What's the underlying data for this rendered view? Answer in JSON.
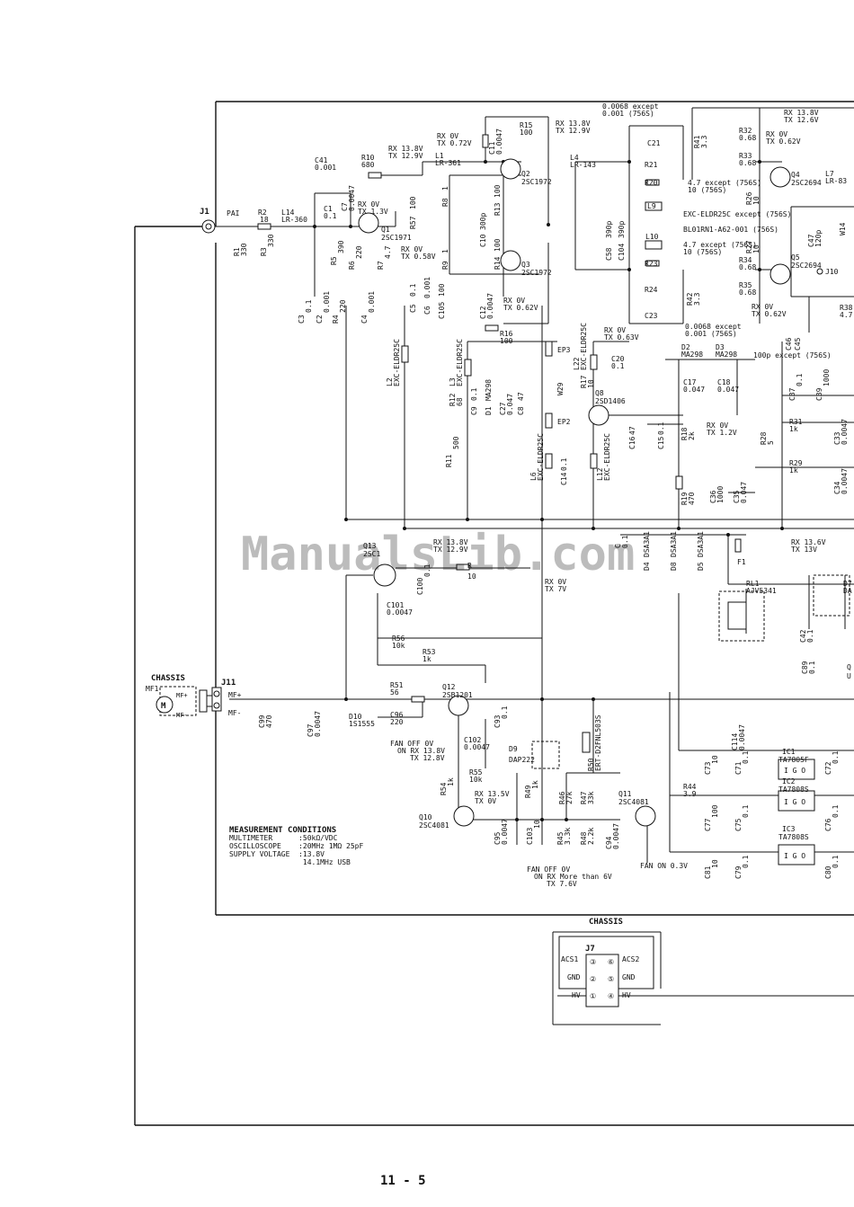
{
  "page_number": "11 - 5",
  "watermark": "ManualsLib.com",
  "measurement": {
    "title": "MEASUREMENT CONDITIONS",
    "lines": [
      "MULTIMETER      :50kΩ/VDC",
      "OSCILLOSCOPE    :20MHz 1MΩ 25pF",
      "SUPPLY VOLTAGE  :13.8V",
      "                 14.1MHz USB"
    ]
  },
  "connectors": {
    "j1": "J1",
    "j1_sub": "PAI",
    "j11": "J11",
    "mf_plus": "MF+",
    "mf_minus": "MF-",
    "chassis_fan": "CHASSIS",
    "mf1": "MF1",
    "motor": "M",
    "fan_mf_plus": "MF+",
    "fan_mf_minus": "MF-",
    "j10": "J10",
    "j7_chassis": "CHASSIS",
    "j7": "J7",
    "acs1": "ACS1",
    "acs2": "ACS2",
    "gnd_l": "GND",
    "gnd_r": "GND",
    "hv_l": "HV",
    "hv_r": "HV",
    "pins": [
      "③",
      "⑥",
      "②",
      "⑤",
      "①",
      "④"
    ]
  },
  "transistors": [
    {
      "ref": "Q1",
      "part": "2SC1971"
    },
    {
      "ref": "Q2",
      "part": "2SC1972"
    },
    {
      "ref": "Q3",
      "part": "2SC1972"
    },
    {
      "ref": "Q4",
      "part": "2SC2694"
    },
    {
      "ref": "Q5",
      "part": "2SC2694"
    },
    {
      "ref": "Q8",
      "part": "2SD1406"
    },
    {
      "ref": "Q10",
      "part": "2SC4081"
    },
    {
      "ref": "Q11",
      "part": "2SC4081"
    },
    {
      "ref": "Q12",
      "part": "2SB1201"
    },
    {
      "ref": "Q13",
      "part": "2SC1"
    }
  ],
  "ics": [
    {
      "ref": "IC1",
      "part": "TA7805F"
    },
    {
      "ref": "IC2",
      "part": "TA7808S"
    },
    {
      "ref": "IC3",
      "part": "TA7808S"
    }
  ],
  "ic_pins": "I G O",
  "voltages": {
    "q1": [
      "RX 13.8V",
      "TX 12.9V"
    ],
    "q1b": [
      "RX 0V",
      "TX 1.3V"
    ],
    "q1e": [
      "RX 0V",
      "TX 0.58V"
    ],
    "q2c": [
      "RX 13.8V",
      "TX 12.9V"
    ],
    "q2b": [
      "RX 0V",
      "TX 0.72V"
    ],
    "q3b": [
      "RX 0V",
      "TX 0.62V"
    ],
    "q4b": [
      "RX 0V",
      "TX 0.62V"
    ],
    "q4c": [
      "RX 13.8V",
      "TX 12.6V"
    ],
    "q5b": [
      "RX 0V",
      "TX 0.62V"
    ],
    "q8c": [
      "RX 0V",
      "TX 0.63V"
    ],
    "q8e": [
      "RX 0V",
      "TX 1.2V"
    ],
    "f1": [
      "RX 13.6V",
      "TX 13V"
    ],
    "q13": [
      "RX 13.8V",
      "TX 12.9V"
    ],
    "q13e": [
      "RX 0V",
      "TX 7V"
    ],
    "q12": [
      "FAN OFF 0V",
      "ON RX 13.8V",
      "TX 12.8V"
    ],
    "q10": [
      "RX 13.5V",
      "TX 0V"
    ],
    "q11": [
      "FAN OFF 0V",
      "ON RX More than 6V",
      "TX 7.6V"
    ],
    "fan_on": "FAN ON 0.3V"
  },
  "components": {
    "r1": [
      "R1",
      "330"
    ],
    "r2": [
      "R2",
      "18"
    ],
    "r3": [
      "R3",
      "330"
    ],
    "l14": [
      "L14",
      "LR-360"
    ],
    "c41": [
      "C41",
      "0.001"
    ],
    "c1": [
      "C1",
      "0.1"
    ],
    "c7": [
      "C7",
      "0.0047"
    ],
    "r10": [
      "R10",
      "680"
    ],
    "r5": [
      "R5",
      "390"
    ],
    "r6": [
      "R6",
      "220"
    ],
    "r7": [
      "R7",
      "4.7"
    ],
    "c3": [
      "C3",
      "0.1"
    ],
    "c2": [
      "C2",
      "0.001"
    ],
    "r4": [
      "R4",
      "220"
    ],
    "c4": [
      "C4",
      "0.001"
    ],
    "r57": [
      "R57",
      "100"
    ],
    "l1": [
      "L1",
      "LR-361"
    ],
    "r8": [
      "R8",
      "1"
    ],
    "r9": [
      "R9",
      "1"
    ],
    "c5": [
      "C5",
      "0.1"
    ],
    "c6": [
      "C6",
      "0.001"
    ],
    "c105": [
      "C105",
      "100"
    ],
    "r13": [
      "R13",
      "100"
    ],
    "r14": [
      "R14",
      "100"
    ],
    "c10": [
      "C10",
      "300p"
    ],
    "c11": [
      "C11",
      "0.0047"
    ],
    "r15": [
      "R15",
      "100"
    ],
    "c12": [
      "C12",
      "0.0047"
    ],
    "r16": [
      "R16",
      "100"
    ],
    "l4": [
      "L4",
      "LR-143"
    ],
    "c58": [
      "C58",
      "390p"
    ],
    "c104": [
      "C104",
      "390p"
    ],
    "c21": [
      "C21",
      "0.0068 except",
      "0.001 (756S)"
    ],
    "r21": [
      "R21"
    ],
    "r20": [
      "R20",
      "4.7 except (756S)",
      "10 (756S)"
    ],
    "l9": [
      "L9",
      "EXC-ELDR25C except (756S)",
      "BL01RN1-A62-001 (756S)"
    ],
    "l10": [
      "L10"
    ],
    "r23": [
      "R23",
      "4.7 except (756S)",
      "10 (756S)"
    ],
    "r24": [
      "R24"
    ],
    "r42": [
      "R42",
      "3.3"
    ],
    "c23": [
      "C23",
      "0.0068 except",
      "0.001 (756S)"
    ],
    "r41": [
      "R41",
      "3.3"
    ],
    "r32": [
      "R32",
      "0.68"
    ],
    "r33": [
      "R33",
      "0.68"
    ],
    "r26": [
      "R26",
      "10"
    ],
    "r27": [
      "R27",
      "10"
    ],
    "r34": [
      "R34",
      "0.68"
    ],
    "r35": [
      "R35",
      "0.68"
    ],
    "l7": [
      "L7",
      "LR-83"
    ],
    "c47": [
      "C47",
      "120p"
    ],
    "w14": [
      "W14"
    ],
    "r38": [
      "R38",
      "4.7"
    ],
    "l2": [
      "L2",
      "EXC-ELDR25C"
    ],
    "l3": [
      "L3",
      "EXC-ELDR25C"
    ],
    "r12": [
      "R12",
      "68"
    ],
    "c9": [
      "C9",
      "0.1"
    ],
    "d1": [
      "D1",
      "MA298"
    ],
    "c27": [
      "C27",
      "0.047"
    ],
    "c8": [
      "C8",
      "47"
    ],
    "r11": [
      "R11",
      "500"
    ],
    "ep3": [
      "EP3"
    ],
    "ep2": [
      "EP2"
    ],
    "w29": [
      "W29"
    ],
    "l22": [
      "L22",
      "EXC-ELDR25C"
    ],
    "r17": [
      "R17",
      "10"
    ],
    "c20": [
      "C20",
      "0.1"
    ],
    "l6": [
      "L6",
      "EXC-ELDR25C"
    ],
    "c14": [
      "C14",
      "0.1"
    ],
    "l12": [
      "L12",
      "EXC-ELDR25C"
    ],
    "c16": [
      "C16",
      "47"
    ],
    "c15": [
      "C15",
      "0.1"
    ],
    "d2": [
      "D2",
      "MA298"
    ],
    "d3": [
      "D3",
      "MA298"
    ],
    "c17": [
      "C17",
      "0.047"
    ],
    "c18": [
      "C18",
      "0.047"
    ],
    "r18": [
      "R18",
      "2k"
    ],
    "r19": [
      "R19",
      "470"
    ],
    "c36": [
      "C36",
      "1000"
    ],
    "c35": [
      "C35",
      "0.047"
    ],
    "c46": [
      "C46",
      "100p except (756S)"
    ],
    "c45": [
      "C45"
    ],
    "c37": [
      "C37",
      "0.1"
    ],
    "c39": [
      "C39",
      "1000"
    ],
    "r31": [
      "R31",
      "1k"
    ],
    "c33": [
      "C33",
      "0.0047"
    ],
    "r28": [
      "R28",
      "5"
    ],
    "r29": [
      "R29",
      "1k"
    ],
    "c34": [
      "C34",
      "0.0047"
    ],
    "c101_top": [
      "C",
      "0.1"
    ],
    "d4": [
      "D4",
      "DSA3A1"
    ],
    "d8": [
      "D8",
      "DSA3A1"
    ],
    "d5": [
      "D5",
      "DSA3A1"
    ],
    "f1": [
      "F1"
    ],
    "rl1": [
      "RL1",
      "AJV5341"
    ],
    "d7": [
      "D7",
      "DA"
    ],
    "c42": [
      "C42",
      "0.1"
    ],
    "c89": [
      "C89",
      "0.1"
    ],
    "q_right": [
      "Q",
      "U"
    ],
    "c100": [
      "C100",
      "0.1"
    ],
    "r_top": [
      "R",
      "10"
    ],
    "c101": [
      "C101",
      "0.0047"
    ],
    "r56": [
      "R56",
      "10k"
    ],
    "r53": [
      "R53",
      "1k"
    ],
    "c99": [
      "C99",
      "470"
    ],
    "c97": [
      "C97",
      "0.0047"
    ],
    "d10": [
      "D10",
      "1S1555"
    ],
    "r51": [
      "R51",
      "56"
    ],
    "c96": [
      "C96",
      "220"
    ],
    "c93": [
      "C93",
      "0.1"
    ],
    "c102": [
      "C102",
      "0.0047"
    ],
    "r55": [
      "R55",
      "10k"
    ],
    "d9": [
      "D9",
      "DAP222"
    ],
    "r50": [
      "R50",
      "ERT-D2FNL503S"
    ],
    "r54": [
      "R54",
      "1k"
    ],
    "r49": [
      "R49",
      "1k"
    ],
    "r46": [
      "R46",
      "27k"
    ],
    "r47": [
      "R47",
      "33k"
    ],
    "r45": [
      "R45",
      "3.3k"
    ],
    "r48": [
      "R48",
      "2.2k"
    ],
    "c95": [
      "C95",
      "0.0047"
    ],
    "c103": [
      "C103",
      "10"
    ],
    "c94": [
      "C94",
      "0.0047"
    ],
    "c114": [
      "C114",
      "0.0047"
    ],
    "c73": [
      "C73",
      "10"
    ],
    "c71": [
      "C71",
      "0.1"
    ],
    "c72": [
      "C72",
      "0.1"
    ],
    "r44": [
      "R44",
      "3.9"
    ],
    "c77": [
      "C77",
      "100"
    ],
    "c75": [
      "C75",
      "0.1"
    ],
    "c76": [
      "C76",
      "0.1"
    ],
    "c81": [
      "C81",
      "10"
    ],
    "c79": [
      "C79",
      "0.1"
    ],
    "c80": [
      "C80",
      "0.1"
    ]
  }
}
